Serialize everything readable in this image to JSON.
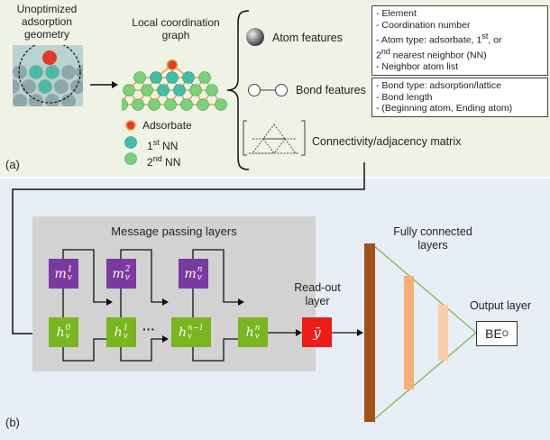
{
  "panel_a": {
    "tag": "(a)",
    "unopt_title": "Unoptimized adsorption geometry",
    "graph_title": "Local coordination graph",
    "legend": [
      {
        "label": "Adsorbate",
        "color": "#e03a2a"
      },
      {
        "label": "1st NN",
        "base": "1",
        "sup": "st",
        "rest": " NN",
        "color": "#3fbfa8"
      },
      {
        "label": "2nd NN",
        "base": "2",
        "sup": "nd",
        "rest": " NN",
        "color": "#7ad17a"
      }
    ],
    "features": {
      "atom": "Atom features",
      "bond": "Bond features",
      "connectivity": "Connectivity/adjacency matrix"
    },
    "atom_box": {
      "line1": "- Element",
      "line2": "- Coordination number",
      "line3a": "- Atom type: adsorbate, 1",
      "line3sup": "st",
      "line3b": ", or",
      "line4a": "2",
      "line4sup": "nd",
      "line4b": " nearest neighbor (NN)",
      "line5": "- Neighbor atom list"
    },
    "bond_box": {
      "line1": "- Bond type: adsorption/lattice",
      "line2": "- Bond length",
      "line3": "- (Beginning atom, Ending atom)"
    }
  },
  "panel_b": {
    "tag": "(b)",
    "mp_title": "Message passing layers",
    "readout_title_1": "Read-out",
    "readout_title_2": "layer",
    "fc_title_1": "Fully connected",
    "fc_title_2": "layers",
    "output_title": "Output layer",
    "readout_symbol": "ȳ",
    "output_base": "BE",
    "output_sub": "O",
    "ellipsis": "···",
    "m_nodes": [
      {
        "base": "m",
        "sub": "v",
        "sup": "1"
      },
      {
        "base": "m",
        "sub": "v",
        "sup": "2"
      },
      {
        "base": "m",
        "sub": "v",
        "sup": "n"
      }
    ],
    "h_nodes": [
      {
        "base": "h",
        "sub": "v",
        "sup": "0"
      },
      {
        "base": "h",
        "sub": "v",
        "sup": "1"
      },
      {
        "base": "h",
        "sub": "v",
        "sup": "n−1"
      },
      {
        "base": "h",
        "sub": "v",
        "sup": "n"
      }
    ]
  },
  "colors": {
    "panel_a_bg": "#eef3e6",
    "panel_b_bg": "#e8eef6",
    "message_node": "#7a3aa0",
    "hidden_node": "#78b51e",
    "readout_node": "#ee1b1b",
    "fc_layer_1": "#a0521a",
    "fc_layer_2": "#f5b078",
    "fc_layer_3": "#f8cda8"
  }
}
